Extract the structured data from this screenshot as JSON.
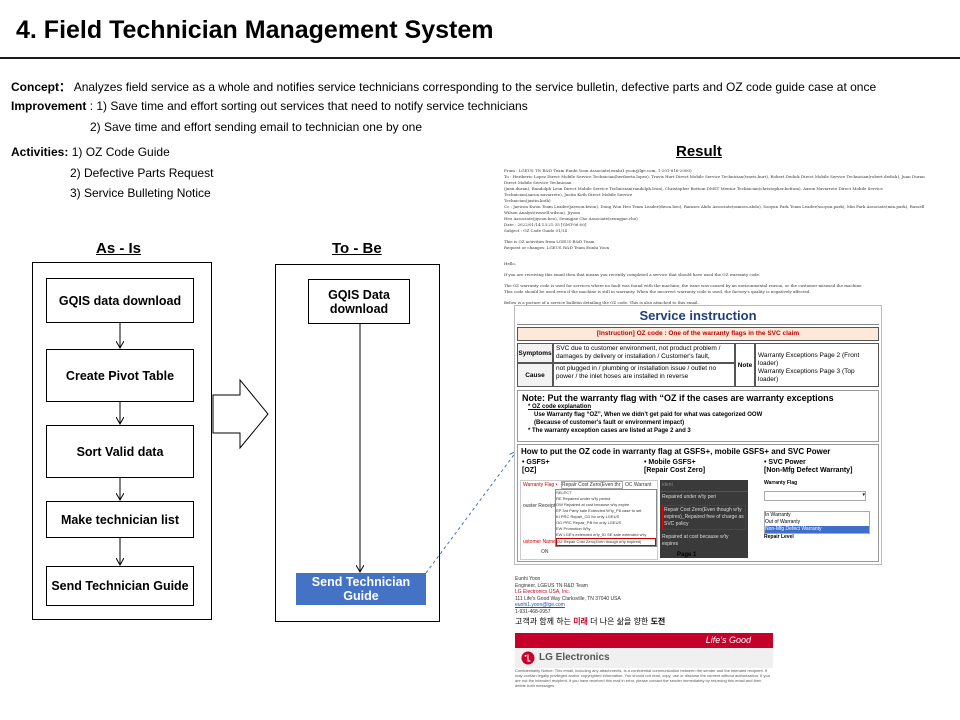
{
  "title": "4. Field Technician Management System",
  "concept": {
    "label": "Concept",
    "colon": "：",
    "text": "Analyzes field service as a whole and notifies service technicians corresponding to the service bulletin, defective parts and OZ code guide case at once"
  },
  "improvement": {
    "label": "Improvement",
    "items": [
      "1) Save time and effort sorting out services that need to notify service technicians",
      "2) Save time and effort sending email to technician one by one"
    ]
  },
  "activities": {
    "label": "Activities",
    "items": [
      "1) OZ Code Guide",
      "2) Defective Parts Request",
      "3) Service Bulleting Notice"
    ]
  },
  "as_is": {
    "heading": "As - Is",
    "steps": [
      "GQIS data download",
      "Create Pivot Table",
      "Sort Valid data",
      "Make technician list",
      "Send Technician Guide"
    ]
  },
  "to_be": {
    "heading": "To - Be",
    "steps": [
      "GQIS Data download",
      "Send Technician Guide"
    ],
    "accent": "#4472c4"
  },
  "result": {
    "heading": "Result",
    "email_header": [
      "From : LGEUS TN R&D Team Eunhi Yoon Associate(eunhi1.yoon@lge.com, 1-201-816-2000)",
      "To : Heriberto Lopez Direct Mobile Service Technician(heriberto.lopez), Travis Hurt Direct Mobile Service Technician(travis.hurt), Robert Dedick Direct Mobile Service Technician(robert.dedick), Juan Duran Direct Mobile Service Technician",
      "(juan.duran), Randolph Leon Direct Mobile Service Technician(randolph.leon), Christopher Bottom DMST Mentor Technician(christopher.bottom), Aaron Navarrete Direct Mobile Service Technician(aaron.navarrete), Justin Koth Direct Mobile Service",
      "Technician(justin.koth)",
      "Cc : Jaewon Kwon Team Leader(jaewon.kwon), Dong Won Heo Team Leader(dwon.heo), Ramses Abdo Associate(ramses.abdo), Sooyun Park Team Leader(sooyun.park), Min Park Associate(min.park), Russell Wilson Analyst(russell.wilson), Jiyoon",
      "Heo Associate(jiyoon.heo), Seungjae Cho Associate(seungjae.cho)",
      "Date : 2022/01/14 13:21:35 [GMT-06:00]",
      "Subject : OZ Code Guide 01/14"
    ],
    "email_intro": [
      "This is OZ activities from LGEUS R&D Team",
      "Request or changes: LGEUS R&D Team Eunhi Yoon",
      "Hello,",
      "If you are receiving this email then that means you recently completed a service that should have used the OZ warranty code.",
      "The OZ warranty code is used for services where no fault was found with the machine, the issue was caused by an environmental reason, or the customer misused the machine",
      "This code should be used even if the machine is still in warranty. When the incorrect warranty code is used, the factory's quality is negatively affected.",
      "Below is a picture of a service bulletin detailing the OZ code. This is also attached to this email."
    ],
    "si_title": "Service instruction",
    "si_instruction": "[Instruction] OZ code : One of the warranty flags in the SVC claim",
    "symptoms_label": "Symptoms",
    "symptoms_text": "SVC due to customer environment, not product problem / damages by delivery or installation / Customer's fault,",
    "cause_label": "Cause",
    "cause_text": "not plugged in / plumbing or installation issue / outlet no power / the inlet hoses are installed in reverse",
    "note_label": "Note",
    "note_text": [
      "Warranty Exceptions Page 2 (Front loader)",
      "Warranty Exceptions Page 3 (Top loader)"
    ],
    "note_heading": "Note: Put the warranty flag with “OZ if the cases are warranty exceptions",
    "note_lines": [
      "* OZ code explanation",
      "Use Warranty flag “OZ”, When we didn't get paid for what was categorized OOW",
      "(Because of customer's fault or environment impact)",
      "* The warranty exception cases are listed at Page 2 and 3"
    ],
    "howto": "How to put the OZ code in warranty flag at GSFS+, mobile GSFS+ and SVC Power",
    "systems": [
      {
        "name": "• GSFS+",
        "code": "[OZ]"
      },
      {
        "name": "• Mobile GSFS+",
        "code": "[Repair Cost Zero]"
      },
      {
        "name": "• SVC Power",
        "code": "[Non-Mfg Defect Warranty]"
      }
    ],
    "gsfs_rows": [
      "SELECT",
      "RE  Repaired under w'ty period",
      "OW  Repaired at cost because w'ty expire",
      "EP  3rd Party sale Extended W'ty_P8 case to set",
      "KI  PRC Repair_CD for only LGEUS",
      "OO  PRC Repair_PB for only LGEUS",
      "EW  Promotion W'ty",
      "EW  LGE's extended w'ty_ID SE sale extended w'ty",
      "OZ  Repair Cost Zero(Even though w'ty expired)"
    ],
    "gsfs_labels": [
      "Warranty Flag •",
      "Repair Cost Zero(Even thr",
      "OC Warrant",
      "ouster Receipt No",
      "ustomer Name •",
      "ON"
    ],
    "mobile_rows": [
      "ident",
      "Repaired under w'ty peri",
      "Repair Cost Zero(Even though w'ty expires)_Repaired free of charge as SVC policy",
      "Repaired at cost because w'ty expires"
    ],
    "svc_flag_label": "Warranty Flag",
    "svc_rows": [
      "In Warranty",
      "Out of Warranty",
      "Non-Mfg Defect Warranty"
    ],
    "svc_repair": "Repair Level",
    "page": "Page 1",
    "signature": [
      "Eunhi Yoon",
      "Engineer, LGEUS TN R&D Team",
      "LG Electronics USA, Inc.",
      "111 Life's Good Way Clarksville, TN 37040 USA",
      "eunhi1.yoon@lge.com",
      "1-931-468-0957"
    ],
    "slogan_prefix": "고객과 함께 하는 ",
    "slogan_mid": "미래",
    "slogan_suffix": " 더 나은 삶을 향한 ",
    "slogan_end": "도전",
    "lifes_good": "Life's Good",
    "lg_logo": "LG Electronics",
    "confidential": "Confidentiality Notice: This email, including any attachments, is a confidential communication between the sender and the intended recipient. It may contain legally privileged and/or copyrighted information. You should not read, copy, use or disclose the content without authorization. If you are not the intended recipient, if you have received this mail in error, please contact the sender immediately by returning this email and then delete both messages.",
    "brand_red": "#c4002b"
  }
}
